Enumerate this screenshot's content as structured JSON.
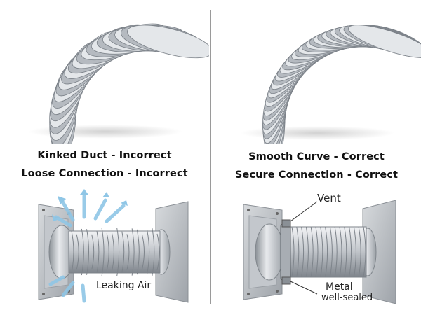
{
  "left": {
    "caption_1": "Kinked Duct - Incorrect",
    "caption_2": "Loose Connection - Incorrect",
    "leak_label": "Leaking Air"
  },
  "right": {
    "caption_1": "Smooth Curve - Correct",
    "caption_2": "Secure Connection - Correct",
    "vent_label": "Vent",
    "metal_label": "Metal",
    "sealed_label": "well-sealed"
  },
  "colors": {
    "duct_light": "#e4e7ea",
    "duct_mid": "#b5bac0",
    "duct_dark": "#7d838a",
    "air_arrow": "#8fc6e6",
    "divider": "#9a9a9a"
  }
}
